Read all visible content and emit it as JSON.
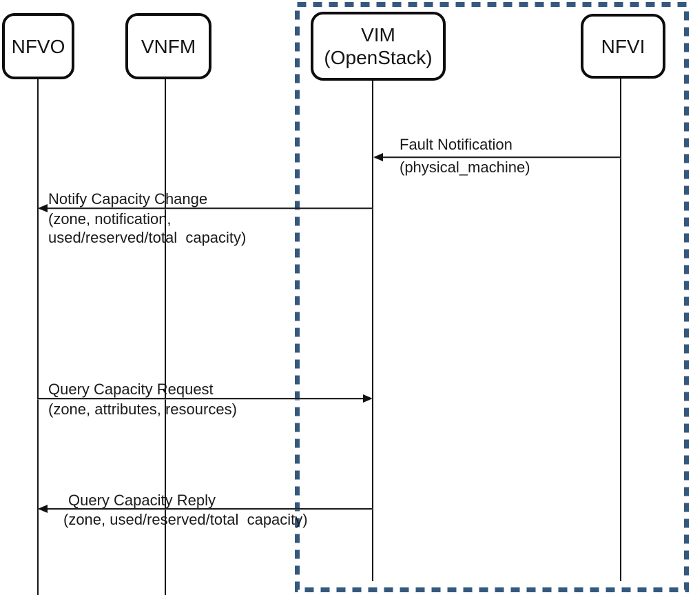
{
  "diagram": {
    "type": "sequence-diagram",
    "actors": [
      {
        "id": "nfvo",
        "label": "NFVO"
      },
      {
        "id": "vnfm",
        "label": "VNFM"
      },
      {
        "id": "vim",
        "label": "VIM\n(OpenStack)"
      },
      {
        "id": "nfvi",
        "label": "NFVI"
      }
    ],
    "boundary": {
      "name": "vim-nfvi-boundary",
      "style": "dashed",
      "color": "#35597D",
      "encloses": [
        "VIM (OpenStack)",
        "NFVI"
      ]
    },
    "messages": [
      {
        "title": "Fault Notification",
        "params": "(physical_machine)",
        "from": "NFVI",
        "to": "VIM (OpenStack)",
        "direction": "left"
      },
      {
        "title": "Notify Capacity Change",
        "params": "(zone, notification,\nused/reserved/total  capacity)",
        "from": "VIM (OpenStack)",
        "to": "NFVO",
        "direction": "left"
      },
      {
        "title": "Query Capacity Request",
        "params": "(zone, attributes, resources)",
        "from": "NFVO",
        "to": "VIM (OpenStack)",
        "direction": "right"
      },
      {
        "title": "Query Capacity Reply",
        "params": "(zone, used/reserved/total  capacity)",
        "from": "VIM (OpenStack)",
        "to": "NFVO",
        "direction": "left"
      }
    ],
    "colors": {
      "line": "#1a1a1a",
      "actor_border": "#0d0d0d",
      "boundary": "#35597D",
      "background": "#ffffff"
    }
  }
}
